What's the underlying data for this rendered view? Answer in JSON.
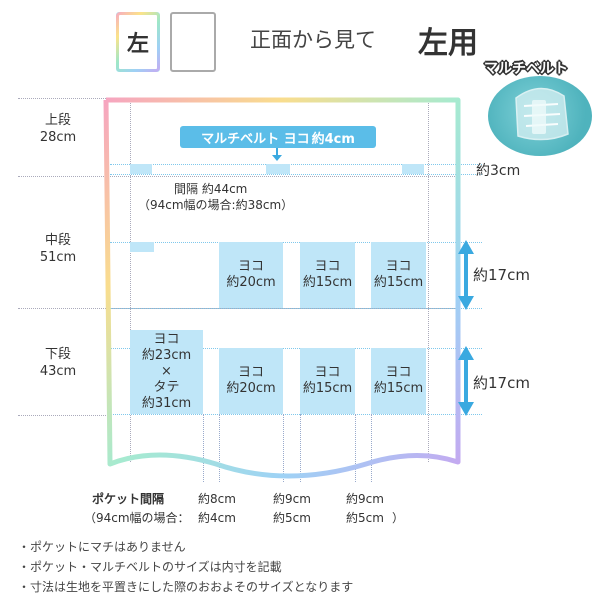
{
  "header": {
    "left_box_char": "左",
    "title_text": "正面から見て",
    "title_bold": "左用"
  },
  "product_badge": "マルチベルト",
  "sections": {
    "top": {
      "name": "上段",
      "size": "28cm"
    },
    "middle": {
      "name": "中段",
      "size": "51cm"
    },
    "bottom": {
      "name": "下段",
      "size": "43cm"
    }
  },
  "belt": {
    "label": "マルチベルト ヨコ約4cm",
    "label_main": "マルチベルト ヨコ",
    "label_size": "約4cm",
    "height_label": "約3cm",
    "spacing_label": "間隔 約44cm",
    "spacing_sub": "（94cm幅の場合:約38cm）"
  },
  "middle_pockets": [
    {
      "line1": "ヨコ",
      "line2": "約20cm"
    },
    {
      "line1": "ヨコ",
      "line2": "約15cm"
    },
    {
      "line1": "ヨコ",
      "line2": "約15cm"
    }
  ],
  "bottom_pockets": [
    {
      "line1": "ヨコ",
      "line2": "約23cm",
      "line3": "×",
      "line4": "タテ",
      "line5": "約31cm"
    },
    {
      "line1": "ヨコ",
      "line2": "約20cm"
    },
    {
      "line1": "ヨコ",
      "line2": "約15cm"
    },
    {
      "line1": "ヨコ",
      "line2": "約15cm"
    }
  ],
  "heights": {
    "middle": "約17cm",
    "bottom": "約17cm"
  },
  "pocket_spacing": {
    "label": "ポケット間隔",
    "label_sub": "（94cm幅の場合：",
    "values": [
      {
        "main": "約8cm",
        "sub": "約4cm"
      },
      {
        "main": "約9cm",
        "sub": "約5cm"
      },
      {
        "main": "約9cm",
        "sub": "約5cm"
      }
    ],
    "close_paren": "）"
  },
  "notes": [
    "・ポケットにマチはありません",
    "・ポケット・マルチベルトのサイズは内寸を記載",
    "・寸法は生地を平置きにした際のおおよそのサイズとなります"
  ],
  "colors": {
    "pocket": "#bfe6f8",
    "belt_label": "#5bbde8",
    "arrow": "#3aa9e0"
  }
}
